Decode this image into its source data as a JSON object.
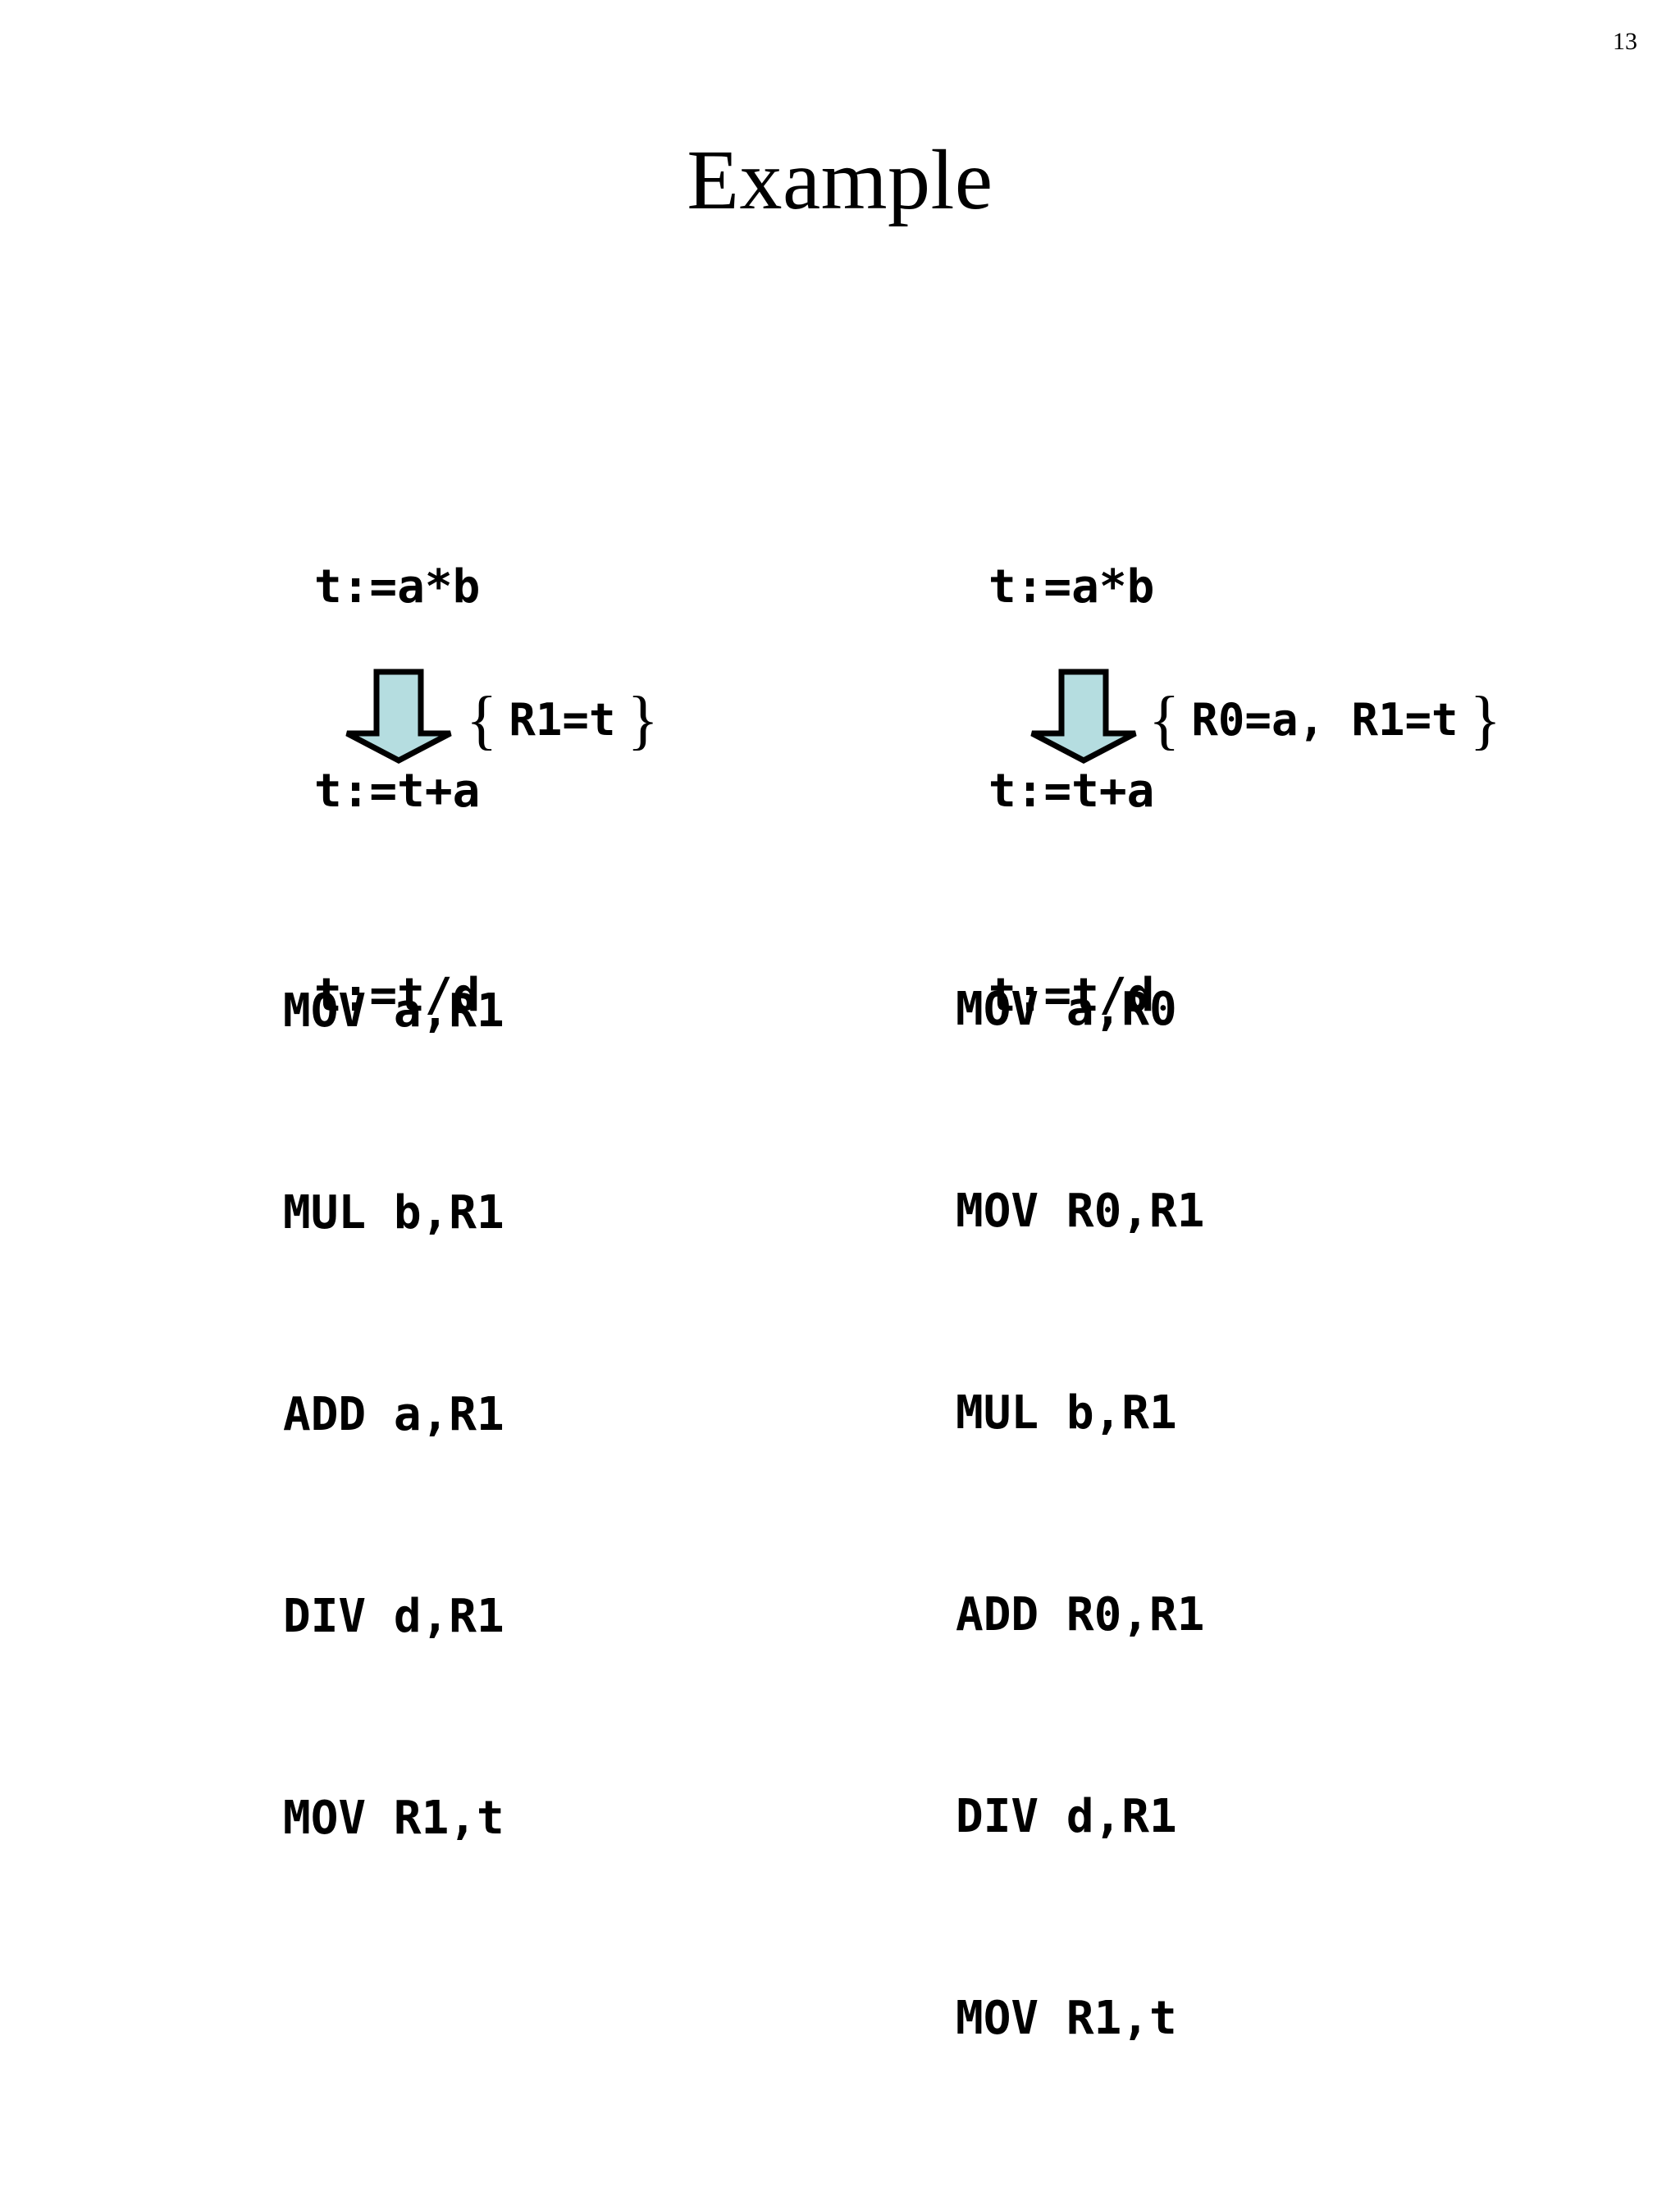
{
  "slide": {
    "page_number": "13",
    "title": "Example",
    "arrow_fill_color": "#b5dde0",
    "arrow_stroke_color": "#000000",
    "background_color": "#ffffff",
    "text_color": "#000000"
  },
  "columns": [
    {
      "id": "left",
      "source_code": [
        "t:=a*b",
        "t:=t+a",
        "t:=t/d"
      ],
      "arrow": "down-block-arrow",
      "annotation": {
        "open_brace": "{",
        "text": "R1=t",
        "close_brace": "}"
      },
      "machine_code": [
        "MOV a,R1",
        "MUL b,R1",
        "ADD a,R1",
        "DIV d,R1",
        "MOV R1,t"
      ]
    },
    {
      "id": "right",
      "source_code": [
        "t:=a*b",
        "t:=t+a",
        "t:=t/d"
      ],
      "arrow": "down-block-arrow",
      "annotation": {
        "open_brace": "{",
        "text": "R0=a, R1=t",
        "close_brace": "}"
      },
      "machine_code": [
        "MOV a,R0",
        "MOV R0,R1",
        "MUL b,R1",
        "ADD R0,R1",
        "DIV d,R1",
        "MOV R1,t"
      ]
    }
  ]
}
